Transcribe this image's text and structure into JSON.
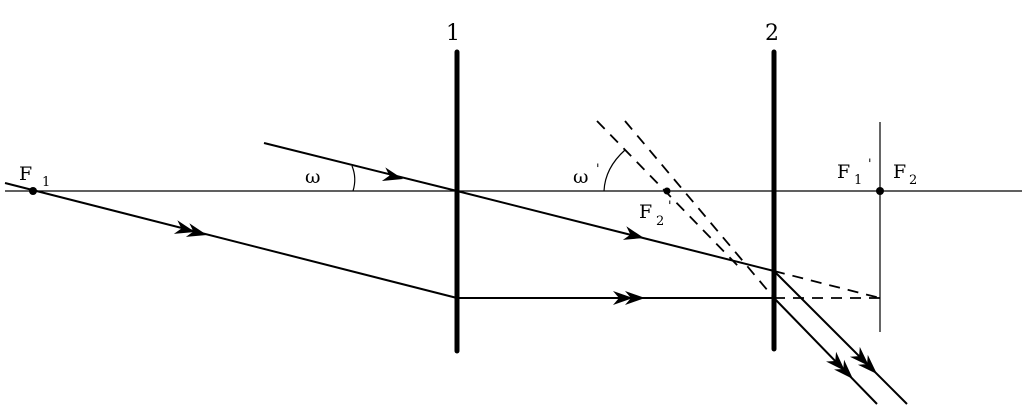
{
  "labels": {
    "lens1": "1",
    "lens2": "2",
    "f1_main": "F",
    "f1_sub": "1",
    "f1p_main": "F",
    "f1p_sub": "1",
    "f1p_prime": "'",
    "f2_main": "F",
    "f2_sub": "2",
    "f2p_main": "F",
    "f2p_sub": "2",
    "f2p_prime": "'",
    "omega": "ω",
    "omega_p": "ω",
    "omega_p_prime": "'"
  }
}
